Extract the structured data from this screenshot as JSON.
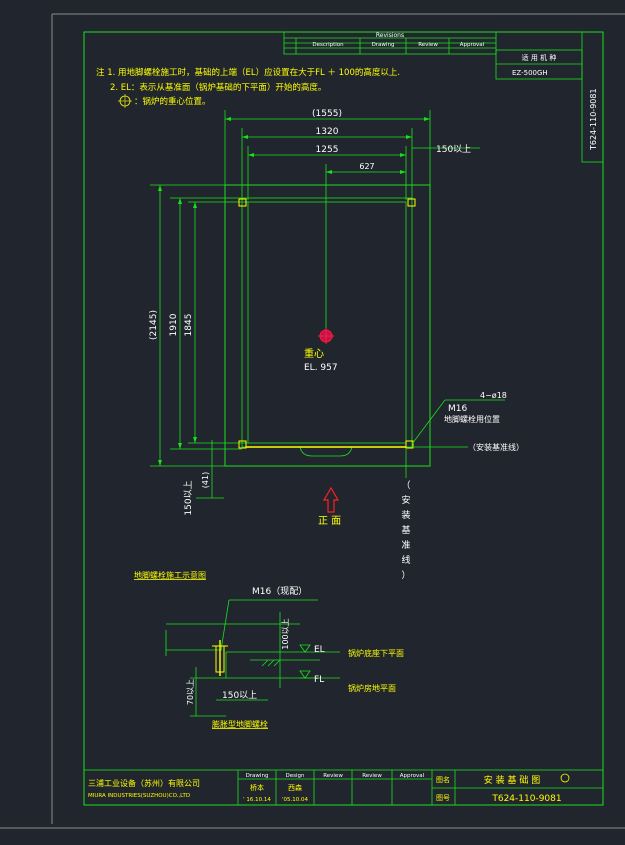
{
  "colors": {
    "background": "#21262e",
    "line": "#19e019",
    "yellow": "#ffff00",
    "white": "#ffffff",
    "red": "#ff2020",
    "magenta": "#c01060",
    "gray": "#8a8a8a"
  },
  "notes": {
    "note1": "注 1. 用地脚螺栓施工时，基础的上端（EL）应设置在大于FL ＋ 100的高度以上.",
    "note2": "2. EL：表示从基准面（锅炉基础的下平面）开始的高度。",
    "note3": "：锅炉的重心位置。"
  },
  "revisions": {
    "title": "Revisions",
    "headers": [
      "Description",
      "Drawing",
      "Review",
      "Approval"
    ]
  },
  "applicable_model": {
    "label": "适 用 机 种",
    "value": "EZ-500GH"
  },
  "side_drawing_number": "T624-110-9081",
  "dimensions": {
    "d1555": "(1555)",
    "d1320": "1320",
    "d1255": "1255",
    "d627": "627",
    "d150_above": "150以上",
    "d2145": "(2145)",
    "d1910": "1910",
    "d1845": "1845",
    "d41": "(41)",
    "d150_above_v": "150以上"
  },
  "center_of_gravity": {
    "label": "重心",
    "elevation": "EL. 957"
  },
  "bolt_callout": {
    "count": "4−ø18",
    "size": "M16",
    "text": "地脚螺栓用位置"
  },
  "install_baseline": "（安装基准线）",
  "install_baseline_vertical": [
    "（",
    "安",
    "装",
    "基",
    "准",
    "线",
    "）"
  ],
  "front_label": "正 面",
  "detail": {
    "title": "地脚螺栓施工示意图",
    "bolt": "M16（现配）",
    "el": "EL",
    "fl": "FL",
    "d100": "100以上",
    "d70": "70以上",
    "d150": "150以上",
    "base_underside": "锅炉底座下平面",
    "floor_level": "锅炉房地平面",
    "caption": "膨胀型地脚螺栓"
  },
  "title_block": {
    "company_cn": "三浦工业设备（苏州）有限公司",
    "company_en": "MIURA INDUSTRIES(SUZHOU)CO.,LTD",
    "headers": [
      "Drawing",
      "Design",
      "Review",
      "Review",
      "Approval"
    ],
    "drawing_name": "桥本",
    "design_name": "西森",
    "drawing_date": "' 16.10.14",
    "design_date": "'05.10.04",
    "name_label": "图名",
    "name_value": "安 装 基 础 图",
    "number_label": "图号",
    "number_value": "T624-110-9081"
  }
}
